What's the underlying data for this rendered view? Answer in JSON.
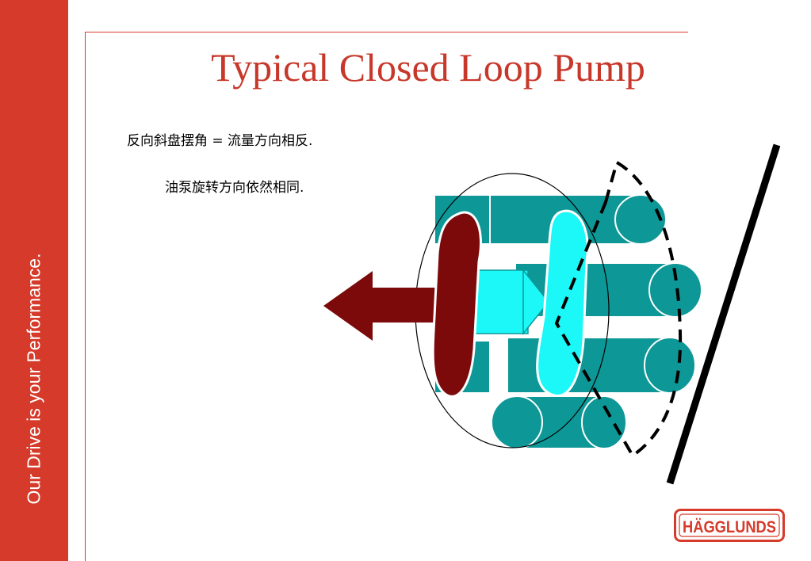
{
  "slide": {
    "title": "Typical Closed Loop Pump",
    "notes": [
      "反向斜盘摆角 = 流量方向相反.",
      "油泵旋转方向依然相同."
    ],
    "sidebar_text": "Our Drive is your Performance.",
    "logo_text": "HÄGGLUNDS"
  },
  "colors": {
    "brand_red": "#d63a2a",
    "title_red": "#c7382a",
    "teal": "#0e9797",
    "cyan": "#1cf8f8",
    "dark_red": "#7c0a0a"
  }
}
